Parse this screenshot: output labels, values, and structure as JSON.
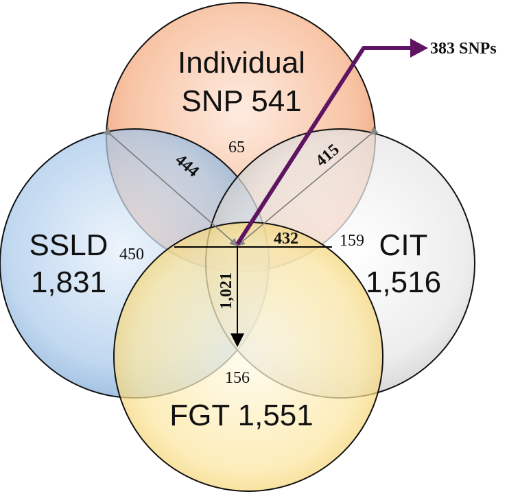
{
  "sets": {
    "individual": {
      "name": "Individual",
      "line2": "SNP 541",
      "color": "#f39a6b"
    },
    "ssld": {
      "name": "SSLD",
      "count": "1,831",
      "color": "#7faedd"
    },
    "cit": {
      "name": "CIT",
      "count": "1,516",
      "color": "#d7d7d7"
    },
    "fgt": {
      "name": "FGT 1,551",
      "color": "#f5cf5e"
    }
  },
  "counts": {
    "individual_only": "65",
    "ssld_only": "450",
    "cit_only": "159",
    "fgt_only": "156",
    "individual_ssld": "444",
    "individual_cit": "415",
    "ssld_cit": "432",
    "individual_fgt": "1,021"
  },
  "callout": {
    "label": "383 SNPs",
    "color": "#5e1460"
  }
}
